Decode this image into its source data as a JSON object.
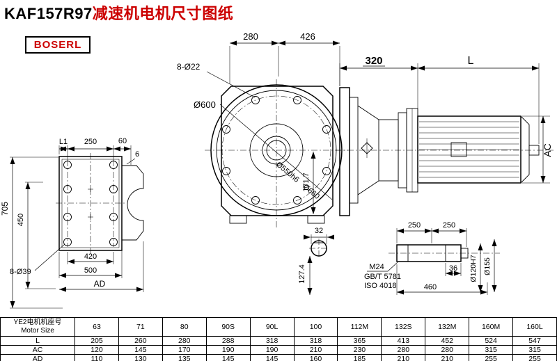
{
  "title": {
    "model": "KAF157R97",
    "suffix": "减速机电机尺寸图纸"
  },
  "brand": {
    "logo_text": "BOSERL"
  },
  "colors": {
    "line": "#000000",
    "accent_red": "#cc0000",
    "background": "#ffffff"
  },
  "d": {
    "dim280": "280",
    "dim426": "426",
    "bolt22": "8-Ø22",
    "o600": "Ø600",
    "o550": "Ø550h6",
    "o660": "Ø660",
    "dim1717": "171.7",
    "dim320": "320",
    "dimL": "L",
    "dimAC": "AC",
    "dimL1": "L1",
    "dim250": "250",
    "dim60": "60",
    "dim6": "6",
    "dim705": "705",
    "dim450": "450",
    "bolt39": "8-Ø39",
    "dim420": "420",
    "dim500": "500",
    "dimAD": "AD",
    "dim32": "32",
    "dim1274": "127.4",
    "dim250a": "250",
    "dim250b": "250",
    "m24": "M24",
    "gbt": "GB/T 5781",
    "iso": "ISO 4018",
    "dim36": "36",
    "dim460": "460",
    "o120": "Ø120H7",
    "o155": "Ø155"
  },
  "table": {
    "row_label_cn": "YE2电机机座号",
    "row_label_en": "Motor Size",
    "sizes": [
      "63",
      "71",
      "80",
      "90S",
      "90L",
      "100",
      "112M",
      "132S",
      "132M",
      "160M",
      "160L"
    ],
    "rows": [
      {
        "label": "L",
        "values": [
          "205",
          "260",
          "280",
          "288",
          "318",
          "318",
          "365",
          "413",
          "452",
          "524",
          "547"
        ]
      },
      {
        "label": "AC",
        "values": [
          "120",
          "145",
          "170",
          "190",
          "190",
          "210",
          "230",
          "280",
          "280",
          "315",
          "315"
        ]
      },
      {
        "label": "AD",
        "values": [
          "110",
          "130",
          "135",
          "145",
          "145",
          "160",
          "185",
          "210",
          "210",
          "255",
          "255"
        ]
      }
    ]
  }
}
